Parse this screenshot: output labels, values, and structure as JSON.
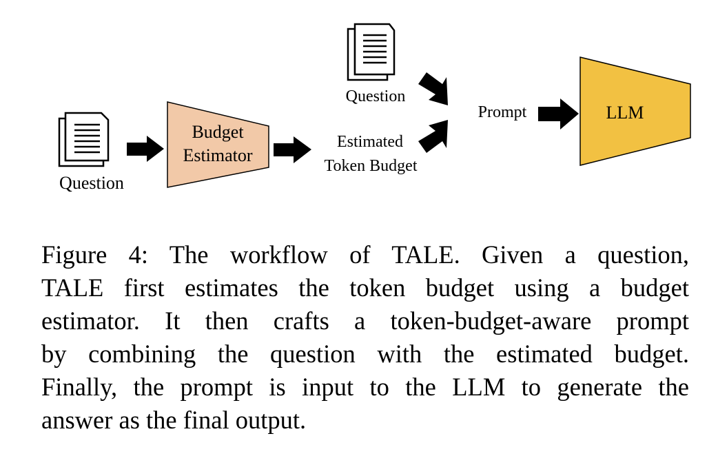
{
  "diagram": {
    "input_question_label": "Question",
    "budget_estimator": {
      "line1": "Budget",
      "line2": "Estimator",
      "fill_color": "#f2c9a8"
    },
    "estimated_budget": {
      "line1": "Estimated",
      "line2": "Token Budget"
    },
    "prompt_question_label": "Question",
    "prompt_label": "Prompt",
    "llm": {
      "label": "LLM",
      "fill_color": "#f2c142"
    }
  },
  "caption": {
    "lines": [
      "Figure 4: The workflow of TALE. Given a question,",
      "TALE first estimates the token budget using a budget",
      "estimator. It then crafts a token-budget-aware prompt",
      "by combining the question with the estimated budget.",
      "Finally, the prompt is input to the LLM to generate the",
      "answer as the final output."
    ]
  }
}
